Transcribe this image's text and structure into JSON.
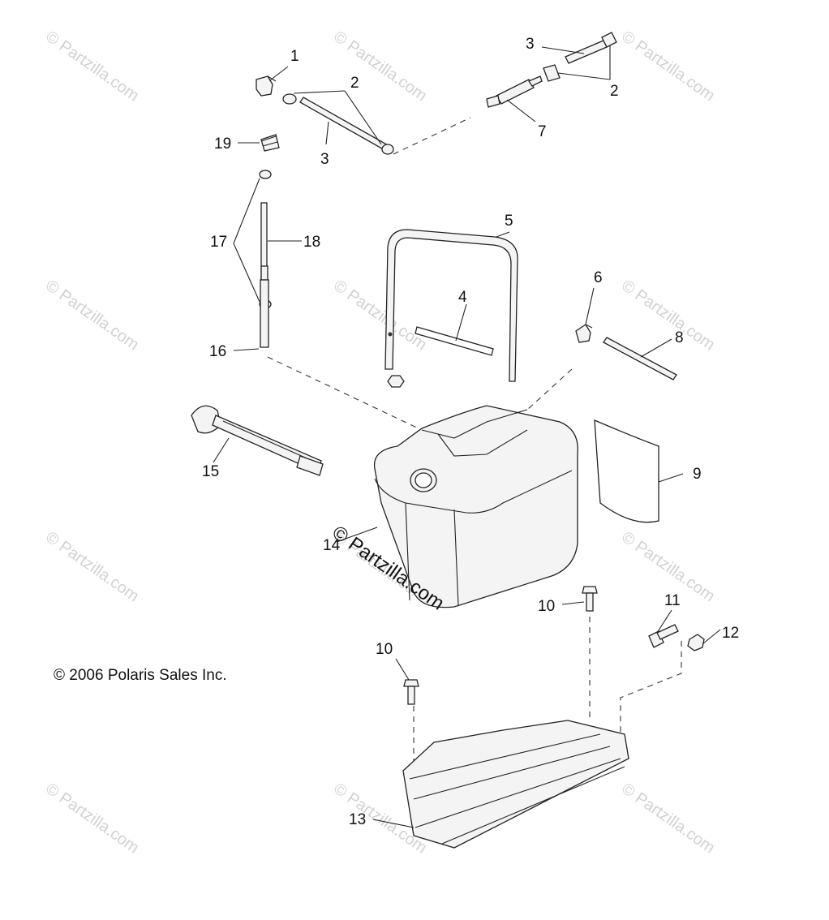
{
  "copyright": "© 2006 Polaris Sales Inc.",
  "watermark": "© Partzilla.com",
  "center_watermark": "© Partzilla.com",
  "callouts": [
    {
      "id": "c1",
      "text": "1"
    },
    {
      "id": "c2a",
      "text": "2"
    },
    {
      "id": "c2b",
      "text": "2"
    },
    {
      "id": "c3a",
      "text": "3"
    },
    {
      "id": "c3b",
      "text": "3"
    },
    {
      "id": "c4",
      "text": "4"
    },
    {
      "id": "c5",
      "text": "5"
    },
    {
      "id": "c6",
      "text": "6"
    },
    {
      "id": "c7",
      "text": "7"
    },
    {
      "id": "c8",
      "text": "8"
    },
    {
      "id": "c9",
      "text": "9"
    },
    {
      "id": "c10a",
      "text": "10"
    },
    {
      "id": "c10b",
      "text": "10"
    },
    {
      "id": "c11",
      "text": "11"
    },
    {
      "id": "c12",
      "text": "12"
    },
    {
      "id": "c13",
      "text": "13"
    },
    {
      "id": "c14",
      "text": "14"
    },
    {
      "id": "c15",
      "text": "15"
    },
    {
      "id": "c16",
      "text": "16"
    },
    {
      "id": "c17",
      "text": "17"
    },
    {
      "id": "c18",
      "text": "18"
    },
    {
      "id": "c19",
      "text": "19"
    }
  ]
}
